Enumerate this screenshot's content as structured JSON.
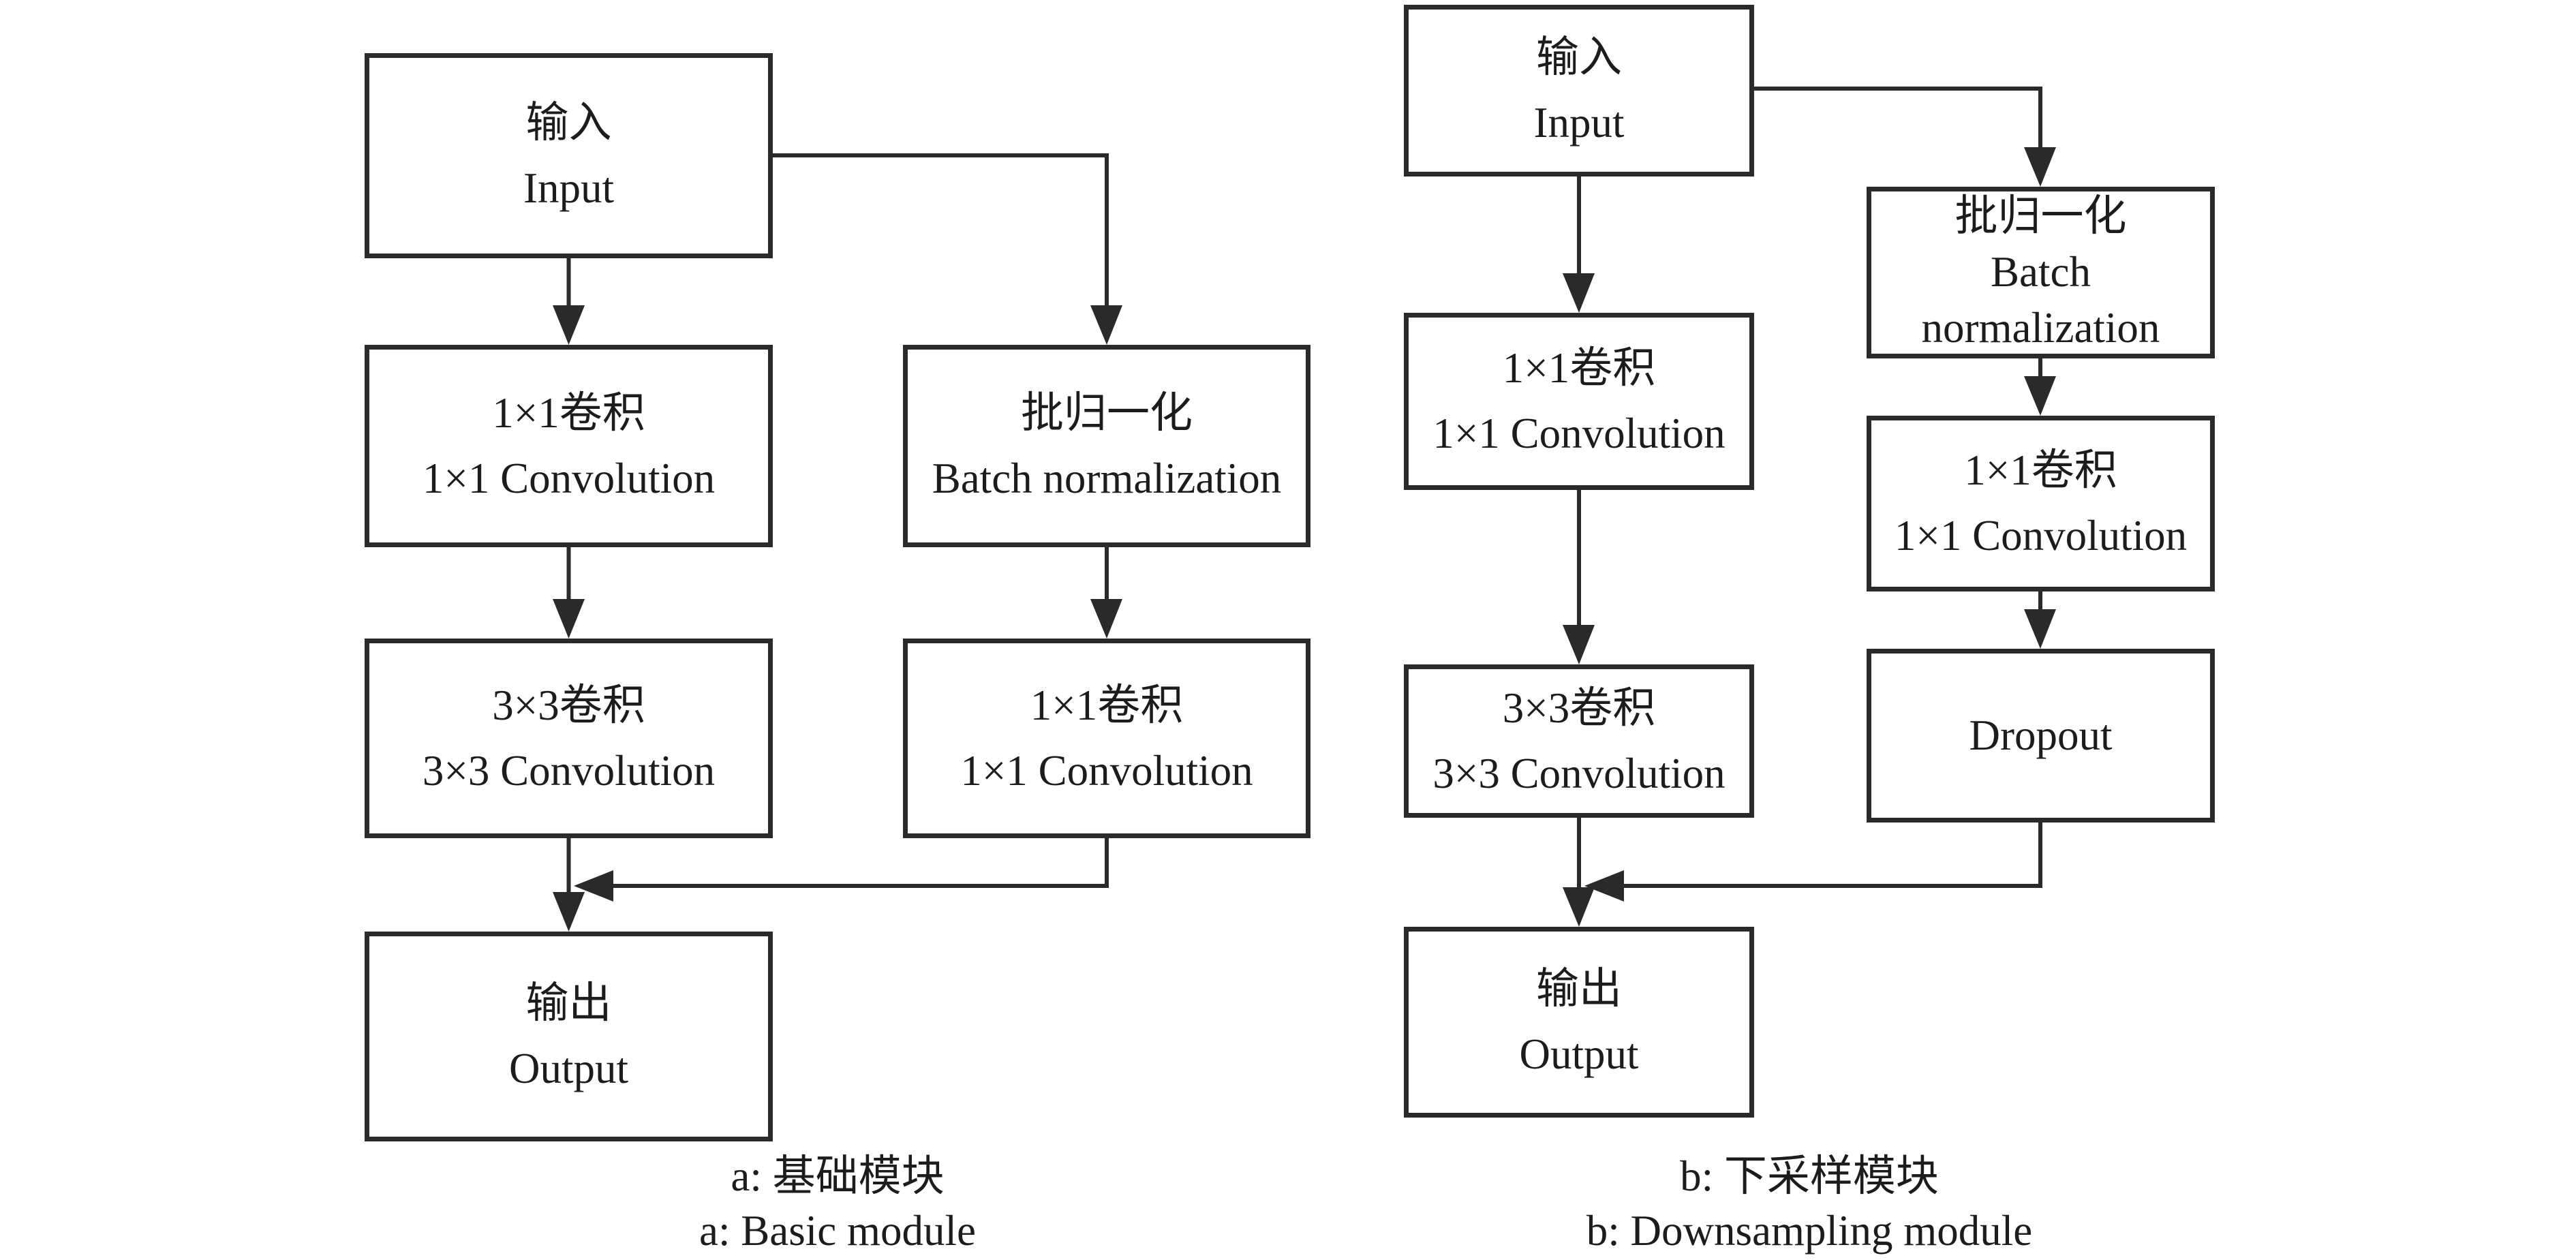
{
  "figure": {
    "colors": {
      "background": "#ffffff",
      "stroke": "#2a2a2a",
      "text": "#1c1c1c"
    },
    "diagrams": [
      {
        "caption_line1": "a: 基础模块",
        "caption_line2": "a: Basic module",
        "nodes": {
          "input": {
            "lines": [
              "输入",
              "Input"
            ]
          },
          "conv1": {
            "lines": [
              "1×1卷积",
              "1×1 Convolution"
            ]
          },
          "bn": {
            "lines": [
              "批归一化",
              "Batch normalization"
            ]
          },
          "conv3": {
            "lines": [
              "3×3卷积",
              "3×3 Convolution"
            ]
          },
          "conv1b": {
            "lines": [
              "1×1卷积",
              "1×1 Convolution"
            ]
          },
          "output": {
            "lines": [
              "输出",
              "Output"
            ]
          }
        }
      },
      {
        "caption_line1": "b: 下采样模块",
        "caption_line2": "b: Downsampling module",
        "nodes": {
          "input": {
            "lines": [
              "输入",
              "Input"
            ]
          },
          "conv1": {
            "lines": [
              "1×1卷积",
              "1×1 Convolution"
            ]
          },
          "bn": {
            "lines": [
              "批归一化",
              "Batch normalization"
            ]
          },
          "conv3": {
            "lines": [
              "3×3卷积",
              "3×3 Convolution"
            ]
          },
          "conv1b": {
            "lines": [
              "1×1卷积",
              "1×1 Convolution"
            ]
          },
          "dropout": {
            "lines": [
              "Dropout"
            ]
          },
          "output": {
            "lines": [
              "输出",
              "Output"
            ]
          }
        }
      }
    ]
  }
}
